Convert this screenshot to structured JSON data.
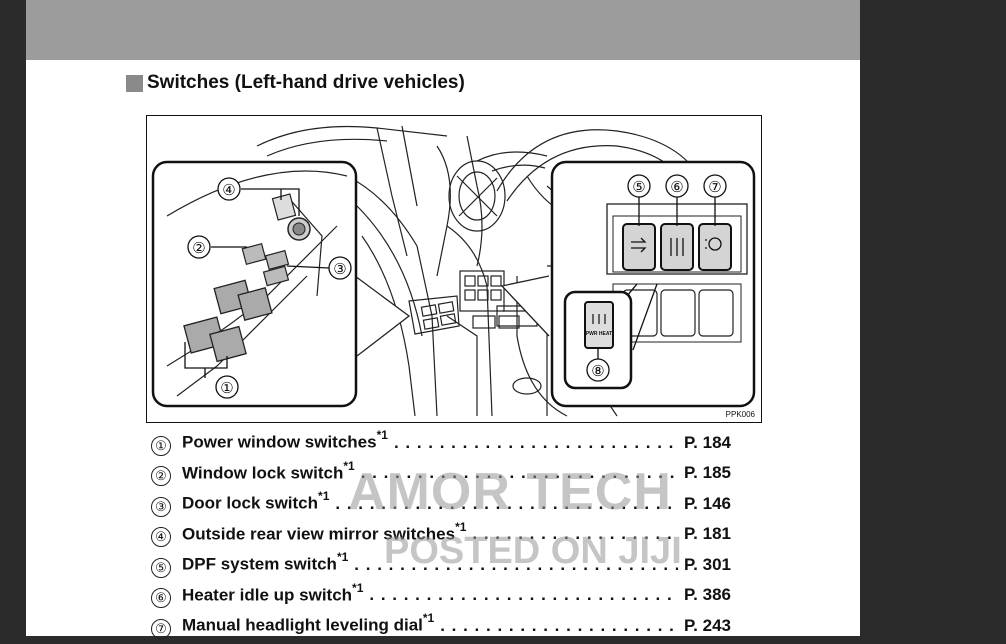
{
  "section": {
    "title": "Switches (Left-hand drive vehicles)"
  },
  "figure": {
    "code": "PPK006",
    "callouts": [
      "①",
      "②",
      "③",
      "④",
      "⑤",
      "⑥",
      "⑦",
      "⑧"
    ],
    "pwr_heat_label": "PWR HEAT"
  },
  "items": [
    {
      "num": "①",
      "label": "Power window switches",
      "note": "*1",
      "page": "P. 184"
    },
    {
      "num": "②",
      "label": "Window lock switch",
      "note": "*1",
      "page": "P. 185"
    },
    {
      "num": "③",
      "label": "Door lock switch",
      "note": "*1",
      "page": "P. 146"
    },
    {
      "num": "④",
      "label": "Outside rear view mirror switches",
      "note": "*1",
      "page": "P. 181"
    },
    {
      "num": "⑤",
      "label": "DPF system switch",
      "note": "*1",
      "page": "P. 301"
    },
    {
      "num": "⑥",
      "label": "Heater idle up switch",
      "note": "*1",
      "page": "P. 386"
    },
    {
      "num": "⑦",
      "label": "Manual headlight leveling dial",
      "note": "*1",
      "page": "P. 243"
    }
  ],
  "watermark": {
    "line1": "AMOR TECH",
    "line2": "POSTED ON JIJI"
  }
}
